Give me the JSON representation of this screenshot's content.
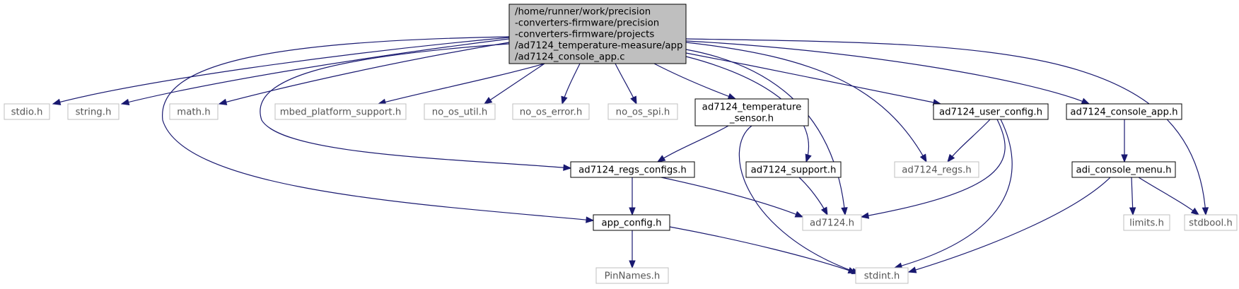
{
  "graph": {
    "root": {
      "lines": [
        "/home/runner/work/precision",
        "-converters-firmware/precision",
        "-converters-firmware/projects",
        "/ad7124_temperature-measure/app",
        "/ad7124_console_app.c"
      ]
    },
    "nodes": {
      "stdio": {
        "lines": [
          "stdio.h"
        ]
      },
      "string": {
        "lines": [
          "string.h"
        ]
      },
      "math": {
        "lines": [
          "math.h"
        ]
      },
      "mbed_platform_support": {
        "lines": [
          "mbed_platform_support.h"
        ]
      },
      "no_os_util": {
        "lines": [
          "no_os_util.h"
        ]
      },
      "no_os_error": {
        "lines": [
          "no_os_error.h"
        ]
      },
      "no_os_spi": {
        "lines": [
          "no_os_spi.h"
        ]
      },
      "ad7124_temperature_sensor": {
        "lines": [
          "ad7124_temperature",
          "_sensor.h"
        ]
      },
      "ad7124_user_config": {
        "lines": [
          "ad7124_user_config.h"
        ]
      },
      "ad7124_console_app_h": {
        "lines": [
          "ad7124_console_app.h"
        ]
      },
      "ad7124_regs_configs": {
        "lines": [
          "ad7124_regs_configs.h"
        ]
      },
      "ad7124_support": {
        "lines": [
          "ad7124_support.h"
        ]
      },
      "ad7124_regs": {
        "lines": [
          "ad7124_regs.h"
        ]
      },
      "adi_console_menu": {
        "lines": [
          "adi_console_menu.h"
        ]
      },
      "app_config": {
        "lines": [
          "app_config.h"
        ]
      },
      "ad7124": {
        "lines": [
          "ad7124.h"
        ]
      },
      "limits": {
        "lines": [
          "limits.h"
        ]
      },
      "stdbool": {
        "lines": [
          "stdbool.h"
        ]
      },
      "PinNames": {
        "lines": [
          "PinNames.h"
        ]
      },
      "stdint": {
        "lines": [
          "stdint.h"
        ]
      }
    },
    "styles": {
      "root_fill": "#bfbfbf",
      "documented_border": "#000000",
      "external_border": "#bfbfbf",
      "edge_color": "#191970"
    }
  }
}
